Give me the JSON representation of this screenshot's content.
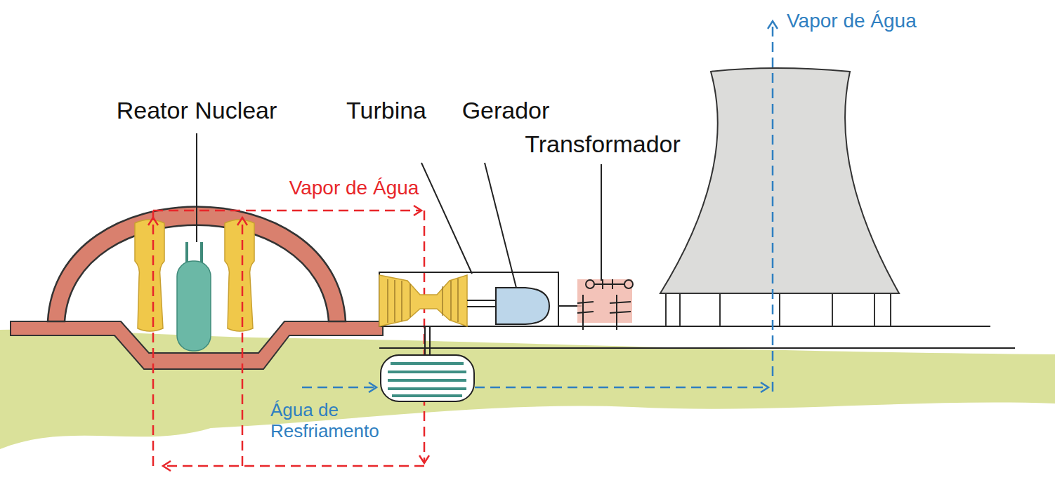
{
  "diagram": {
    "labels": [
      "Vapor de Água",
      "Reator Nuclear",
      "Turbina",
      "Gerador",
      "Transformador",
      "Vapor de Água",
      "Água de Resfriamento"
    ]
  }
}
